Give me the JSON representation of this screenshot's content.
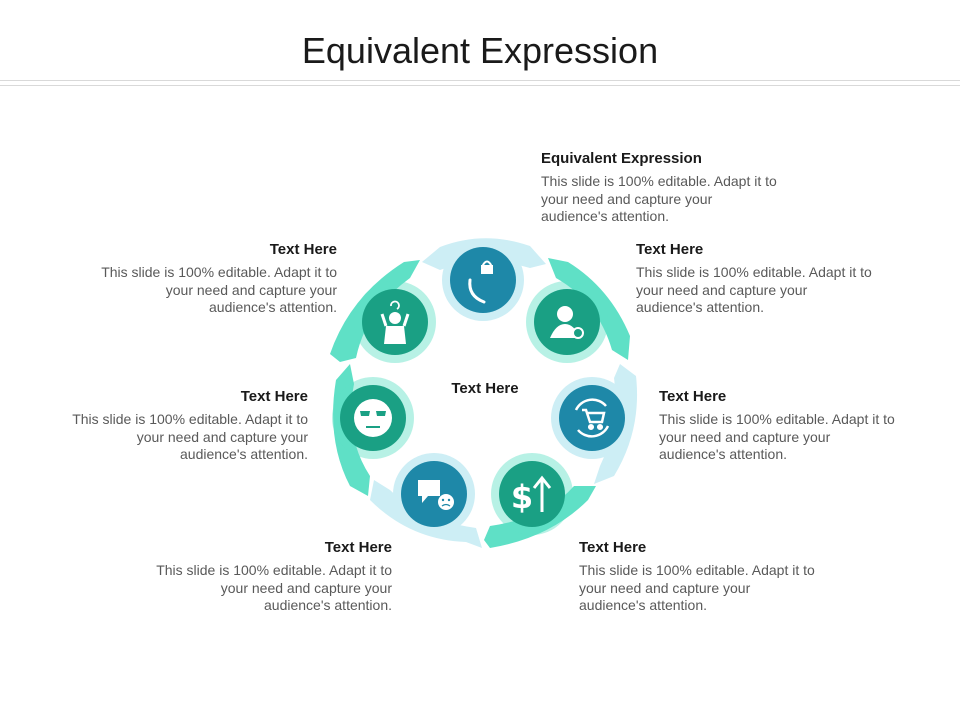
{
  "title": "Equivalent Expression",
  "center_label": "Text Here",
  "colors": {
    "teal_dark": "#1aa084",
    "blue": "#1e88a8",
    "mint": "#5fe0c6",
    "pale_blue": "#cdeef5"
  },
  "items": [
    {
      "heading": "Equivalent Expression",
      "desc": "This slide is 100% editable. Adapt it to your need and capture your audience's attention.",
      "icon": "phone-lock-icon"
    },
    {
      "heading": "Text Here",
      "desc": "This slide is 100% editable. Adapt it to your need and capture your audience's attention.",
      "icon": "doctor-icon"
    },
    {
      "heading": "Text Here",
      "desc": "This slide is 100% editable. Adapt it to your need and capture your audience's attention.",
      "icon": "cart-cycle-icon"
    },
    {
      "heading": "Text Here",
      "desc": "This slide is 100% editable. Adapt it to your need and capture your audience's attention.",
      "icon": "dollar-up-icon"
    },
    {
      "heading": "Text Here",
      "desc": "This slide is 100% editable. Adapt it to your need and capture your audience's attention.",
      "icon": "sad-message-icon"
    },
    {
      "heading": "Text Here",
      "desc": "This slide is 100% editable. Adapt it to your need and capture your audience's attention.",
      "icon": "cool-face-icon"
    },
    {
      "heading": "Text Here",
      "desc": "This slide is 100% editable. Adapt it to your need and capture your audience's attention.",
      "icon": "stressed-person-icon"
    }
  ]
}
